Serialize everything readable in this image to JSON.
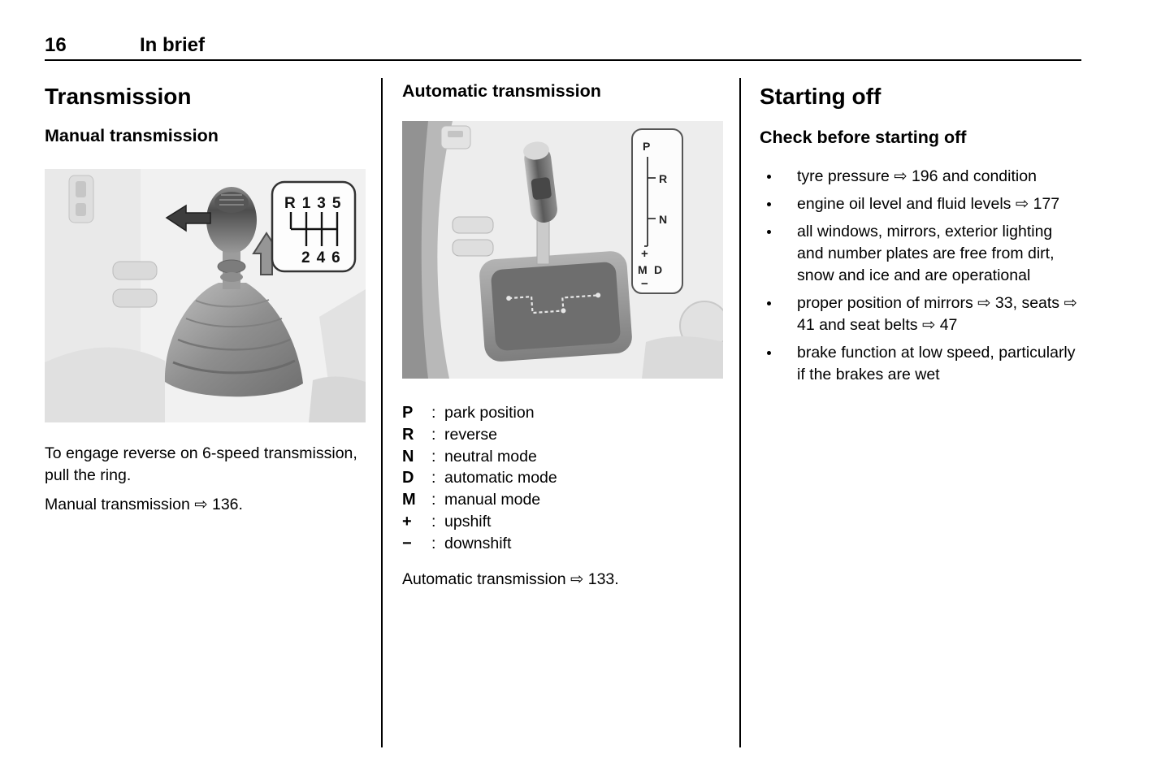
{
  "page": {
    "number": "16",
    "section_title": "In brief"
  },
  "manual": {
    "title": "Transmission",
    "subtitle": "Manual transmission",
    "pattern_top": "R135",
    "pattern_bottom": "246",
    "para1": "To engage reverse on 6-speed transmission, pull the ring.",
    "para2": "Manual transmission ⇨ 136."
  },
  "automatic": {
    "title": "Automatic transmission",
    "separator": ":",
    "indicator": {
      "p": "P",
      "r": "R",
      "n": "N",
      "plus": "+",
      "m": "M",
      "d": "D",
      "minus": "−"
    },
    "legend": [
      {
        "term": "P",
        "desc": "park position"
      },
      {
        "term": "R",
        "desc": "reverse"
      },
      {
        "term": "N",
        "desc": "neutral mode"
      },
      {
        "term": "D",
        "desc": "automatic mode"
      },
      {
        "term": "M",
        "desc": "manual mode"
      },
      {
        "term": "+",
        "desc": "upshift"
      },
      {
        "term": "−",
        "desc": "downshift"
      }
    ],
    "para": "Automatic transmission ⇨ 133."
  },
  "starting": {
    "title": "Starting off",
    "subtitle": "Check before starting off",
    "bullets": [
      "tyre pressure ⇨ 196 and condition",
      "engine oil level and fluid levels ⇨ 177",
      "all windows, mirrors, exterior lighting and number plates are free from dirt, snow and ice and are operational",
      "proper position of mirrors ⇨ 33, seats ⇨ 41 and seat belts ⇨ 47",
      "brake function at low speed, particularly if the brakes are wet"
    ]
  }
}
